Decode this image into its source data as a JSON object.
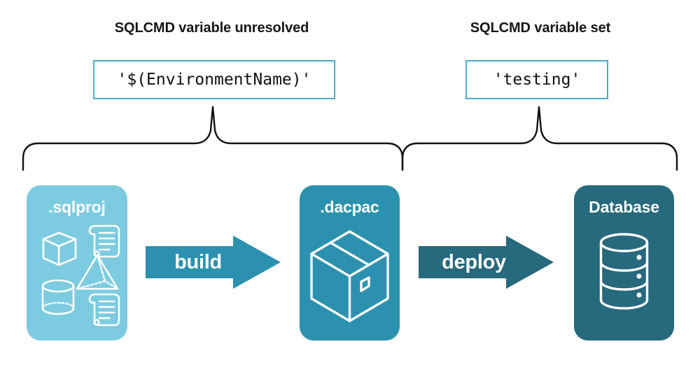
{
  "diagram": {
    "title_left": "SQLCMD variable unresolved",
    "title_right": "SQLCMD variable set",
    "code_left": "'$(EnvironmentName)'",
    "code_right": "'testing'"
  },
  "cards": {
    "sqlproj": {
      "label": ".sqlproj",
      "color": "#7DCBE0",
      "icons": [
        "cube-icon",
        "pyramid-icon",
        "cylinder-icon",
        "script-icon",
        "script-icon"
      ]
    },
    "dacpac": {
      "label": ".dacpac",
      "color": "#2B91AF",
      "icons": [
        "package-box-icon"
      ]
    },
    "database": {
      "label": "Database",
      "color": "#27697D",
      "icons": [
        "database-cylinder-icon"
      ]
    }
  },
  "arrows": {
    "build": {
      "label": "build",
      "color": "#2B91AF"
    },
    "deploy": {
      "label": "deploy",
      "color": "#27697D"
    }
  },
  "braces": {
    "left": "curly-brace-icon",
    "right": "curly-brace-icon"
  },
  "colors": {
    "accent_border": "#4BACC6",
    "text": "#161616",
    "background": "#FFFFFF"
  }
}
